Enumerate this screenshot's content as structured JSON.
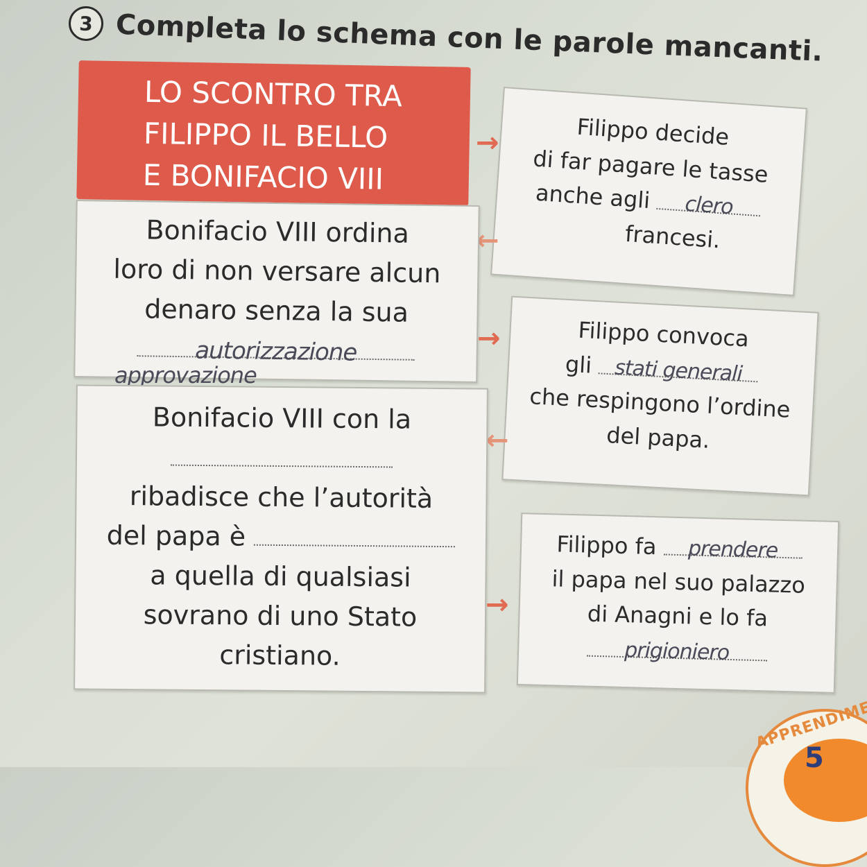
{
  "exercise": {
    "number": "3",
    "title": "Completa lo schema con le parole mancanti."
  },
  "red_box": {
    "line1": "LO SCONTRO TRA",
    "line2": "FILIPPO IL BELLO",
    "line3": "E BONIFACIO VIII"
  },
  "right1": {
    "line1": "Filippo decide",
    "line2": "di far pagare le tasse",
    "line3": "anche agli",
    "answer": "clero",
    "line4": "francesi."
  },
  "left1": {
    "line1": "Bonifacio VIII ordina",
    "line2": "loro di non versare alcun",
    "line3": "denaro senza la sua",
    "answer": "autorizzazione",
    "answer_alt": "approvazione"
  },
  "right2": {
    "line1": "Filippo convoca",
    "line2": "gli",
    "answer": "stati generali",
    "line3": "che respingono l’ordine",
    "line4": "del papa."
  },
  "left2": {
    "line1": "Bonifacio VIII con la",
    "line2": "",
    "line3": "ribadisce che l’autorità",
    "line4": "del papa è",
    "line5": "a quella di qualsiasi",
    "line6": "sovrano di uno Stato",
    "line7": "cristiano."
  },
  "right3": {
    "line1": "Filippo fa",
    "answer1": "prendere",
    "line2": "il papa nel suo palazzo",
    "line3": "di Anagni e lo fa",
    "answer2": "prigioniero"
  },
  "stamp": {
    "label": "APPRENDIMENTO",
    "number": "5"
  },
  "colors": {
    "red_box": "#de5a4b",
    "arrow": "#e06a52",
    "stamp": "#f08a2c"
  }
}
